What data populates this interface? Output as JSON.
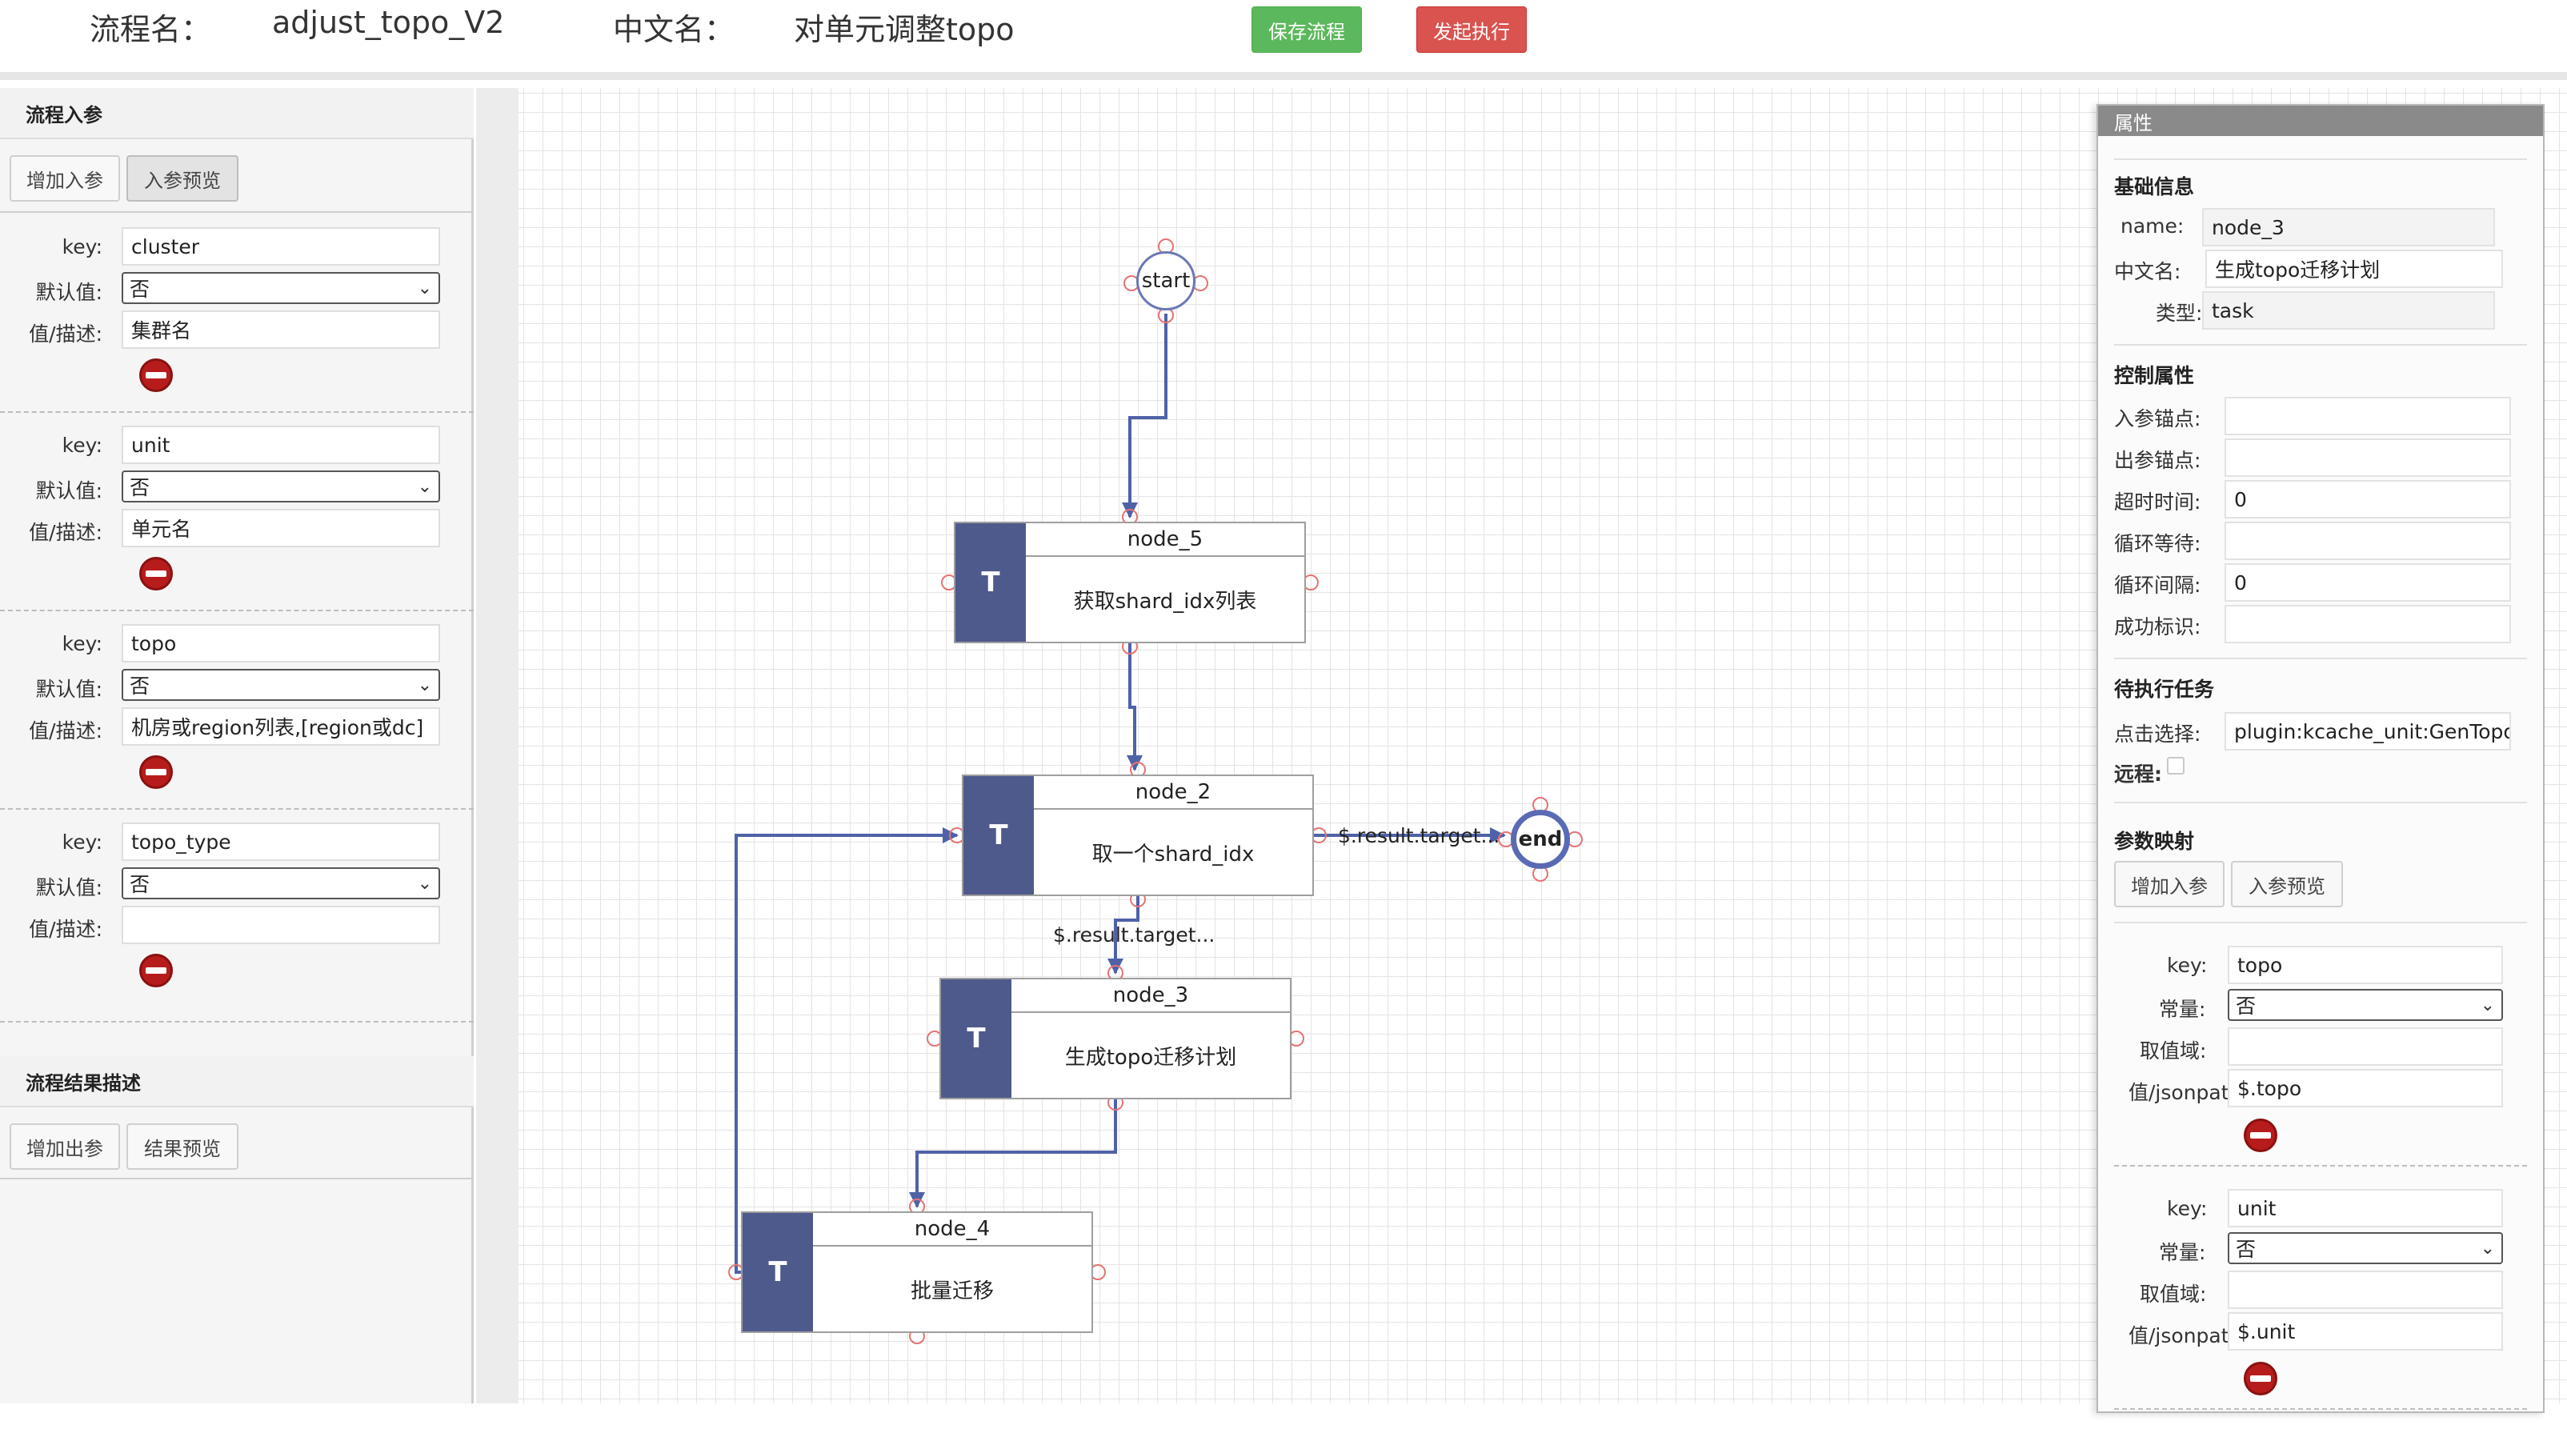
{
  "topbar": {
    "flow_name_label": "流程名：",
    "flow_name_value": "adjust_topo_V2",
    "cn_name_label": "中文名：",
    "cn_name_value": "对单元调整topo",
    "save_button": "保存流程",
    "run_button": "发起执行"
  },
  "left": {
    "input_section_title": "流程入参",
    "add_input_button": "增加入参",
    "preview_input_button": "入参预览",
    "labels": {
      "key": "key:",
      "default": "默认值:",
      "desc": "值/描述:"
    },
    "params": [
      {
        "key": "cluster",
        "default": "否",
        "desc": "集群名"
      },
      {
        "key": "unit",
        "default": "否",
        "desc": "单元名"
      },
      {
        "key": "topo",
        "default": "否",
        "desc": "机房或region列表,[region或dc]"
      },
      {
        "key": "topo_type",
        "default": "否",
        "desc": ""
      }
    ],
    "result_section_title": "流程结果描述",
    "add_output_button": "增加出参",
    "preview_result_button": "结果预览"
  },
  "flow": {
    "start_label": "start",
    "end_label": "end",
    "task_badge": "T",
    "nodes": [
      {
        "id": "node_5",
        "name": "node_5",
        "desc": "获取shard_idx列表"
      },
      {
        "id": "node_2",
        "name": "node_2",
        "desc": "取一个shard_idx"
      },
      {
        "id": "node_3",
        "name": "node_3",
        "desc": "生成topo迁移计划"
      },
      {
        "id": "node_4",
        "name": "node_4",
        "desc": "批量迁移"
      }
    ],
    "edge_labels": {
      "node2_to_end": "$.result.target...",
      "node2_to_node3": "$.result.target..."
    },
    "colors": {
      "edge": "#4f62a8",
      "task_badge": "#4e5a8c",
      "anchor": "#e57373"
    }
  },
  "props": {
    "title": "属性",
    "basic_title": "基础信息",
    "name_label": "name:",
    "name_value": "node_3",
    "cn_label": "中文名:",
    "cn_value": "生成topo迁移计划",
    "type_label": "类型:",
    "type_value": "task",
    "control_title": "控制属性",
    "in_anchor_label": "入参锚点:",
    "in_anchor_value": "",
    "out_anchor_label": "出参锚点:",
    "out_anchor_value": "",
    "timeout_label": "超时时间:",
    "timeout_value": "0",
    "loop_wait_label": "循环等待:",
    "loop_wait_value": "",
    "loop_interval_label": "循环间隔:",
    "loop_interval_value": "0",
    "success_label": "成功标识:",
    "success_value": "",
    "pending_title": "待执行任务",
    "click_select_label": "点击选择:",
    "click_select_value": "plugin:kcache_unit:GenTopoMigratePlan",
    "remote_label": "远程:",
    "mapping_title": "参数映射",
    "add_input_button": "增加入参",
    "preview_input_button": "入参预览",
    "map_labels": {
      "key": "key:",
      "const": "常量:",
      "domain": "取值域:",
      "value": "值/jsonpath:"
    },
    "mappings": [
      {
        "key": "topo",
        "const": "否",
        "domain": "",
        "value": "$.topo"
      },
      {
        "key": "unit",
        "const": "否",
        "domain": "",
        "value": "$.unit"
      }
    ]
  }
}
